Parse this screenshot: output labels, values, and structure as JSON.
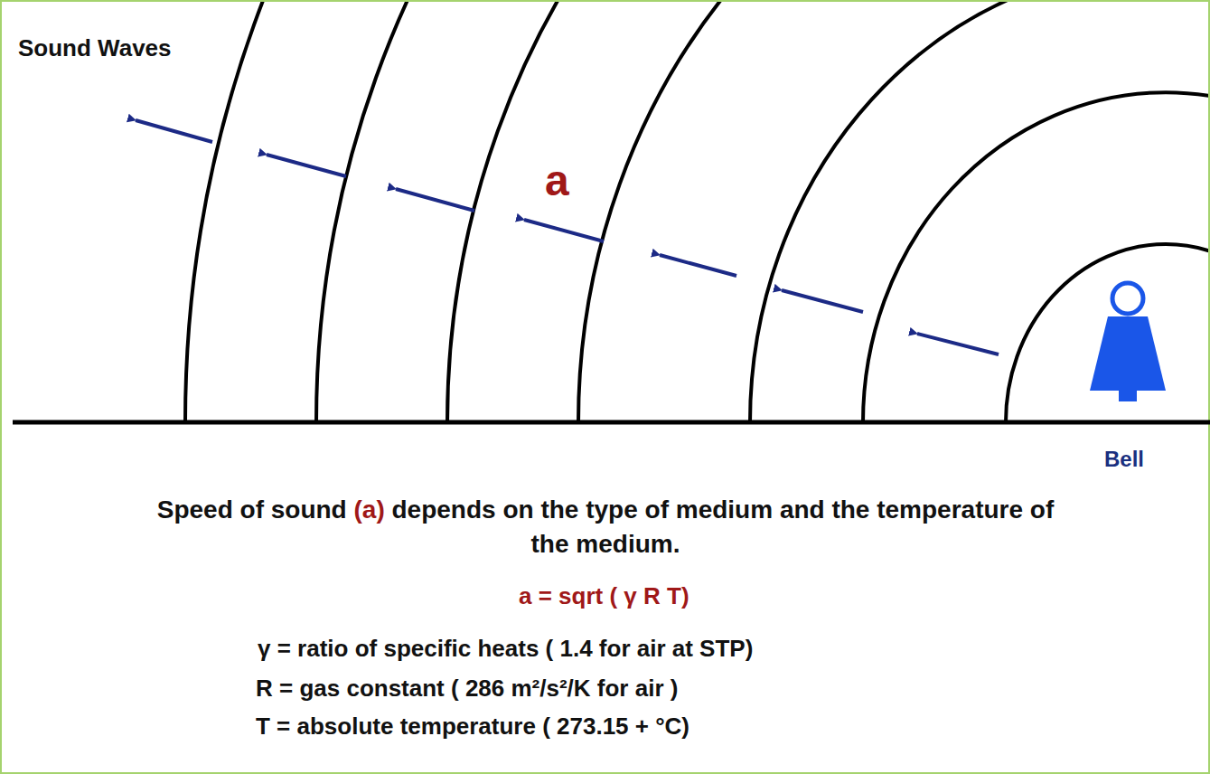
{
  "diagram": {
    "labels": [
      "Sound Waves",
      "a",
      "Bell",
      "Speed of sound",
      "(a)",
      "depends on the type of medium and the temperature of the medium.",
      "a = sqrt ( γ R T)",
      "γ = ratio of specific heats ( 1.4 for air at STP)",
      "R = gas constant ( 286 m²/s²/K  for air )",
      "T = absolute temperature ( 273.15 + °C)"
    ]
  }
}
